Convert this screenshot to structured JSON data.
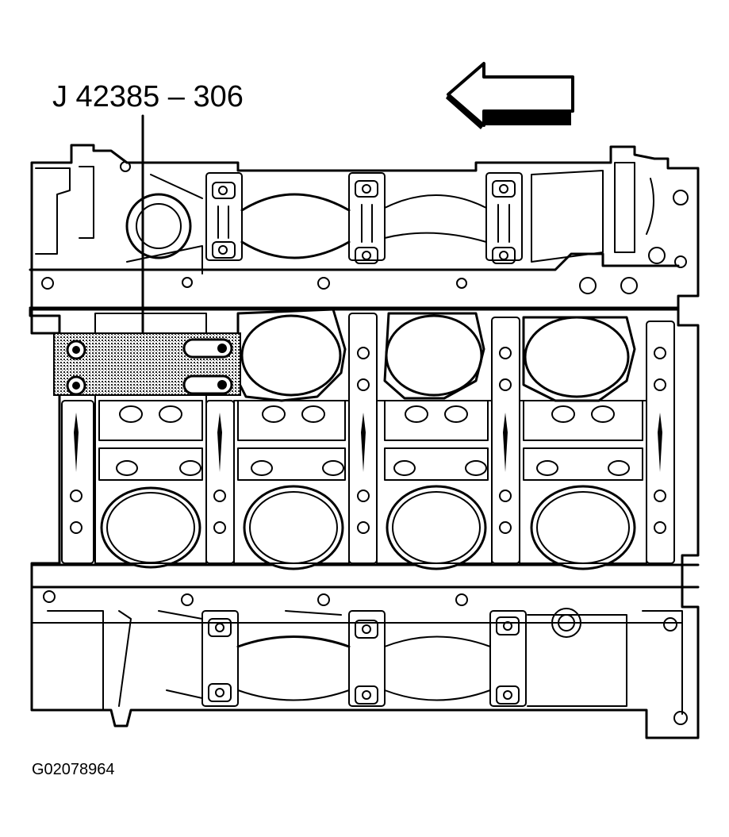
{
  "diagram": {
    "tool_callout": "J 42385 – 306",
    "figure_id": "G02078964",
    "direction_arrow": "left",
    "colors": {
      "line": "#000000",
      "background": "#ffffff",
      "tool_shading": "#9a9a9a"
    }
  }
}
